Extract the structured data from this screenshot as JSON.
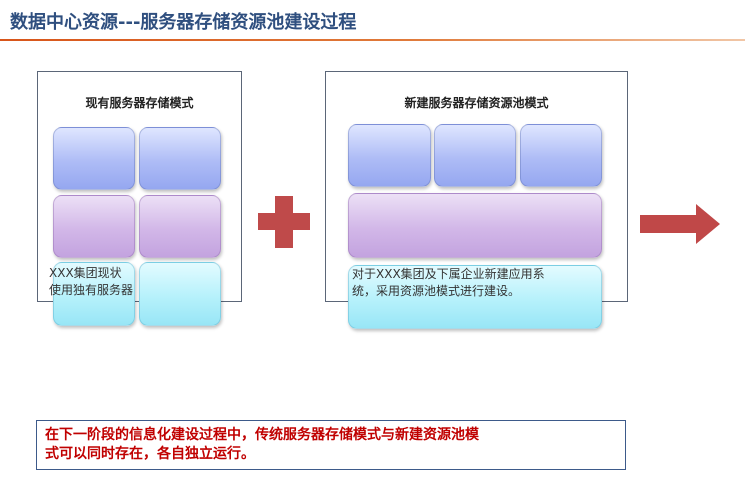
{
  "header": {
    "title": "数据中心资源---服务器存储资源池建设过程"
  },
  "left_panel": {
    "title": "现有服务器存储模式",
    "description_line1": "XXX集团现状",
    "description_line2": "使用独有服务器"
  },
  "right_panel": {
    "title": "新建服务器存储资源池模式",
    "description_line1": "对于XXX集团及下属企业新建应用系",
    "description_line2": "统，采用资源池模式进行建设。"
  },
  "note": {
    "line1": "在下一阶段的信息化建设过程中，传统服务器存储模式与新建资源池模",
    "line2": "式可以同时存在，各自独立运行。"
  },
  "colors": {
    "title": "#2f4f7f",
    "accent_rule": "#d8551a",
    "plus": "#bf4a4a",
    "arrow": "#c04848",
    "note_text": "#c00000",
    "block_blue": "#aebcf6",
    "block_purple": "#d2b7e8",
    "block_cyan": "#b6f1fb"
  }
}
